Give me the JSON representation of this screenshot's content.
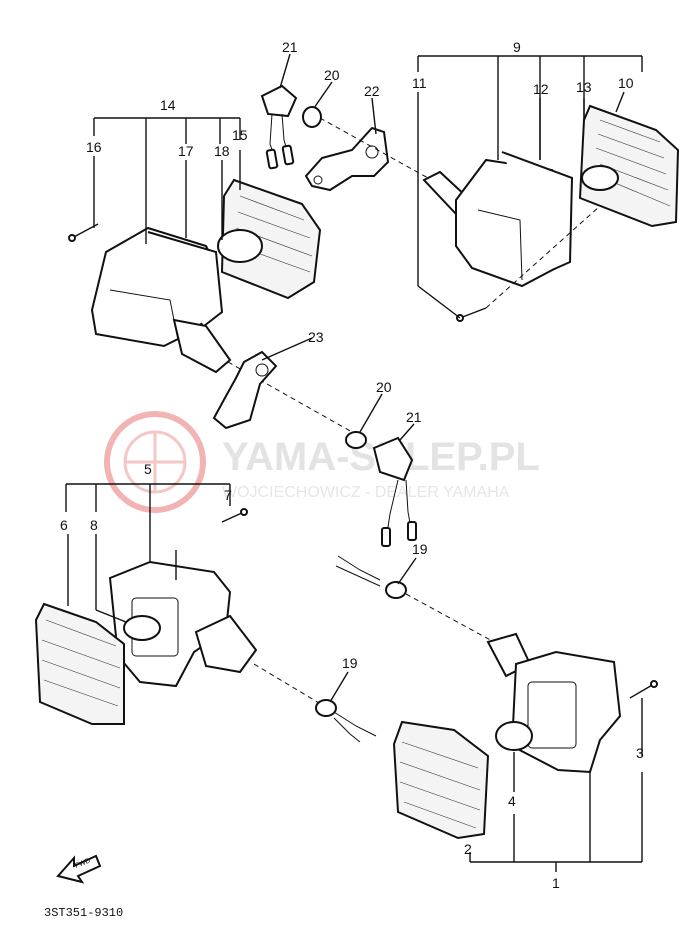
{
  "watermark": {
    "text": "YAMA-SKLEP.PL",
    "subtext": "WOJCIECHOWICZ - DEALER YAMAHA",
    "logo_color": "#f2b3b3"
  },
  "part_code": "3ST351-9310",
  "front_arrow_label": "FWD",
  "callouts": {
    "c1": "1",
    "c2": "2",
    "c3": "3",
    "c4": "4",
    "c5": "5",
    "c6": "6",
    "c7": "7",
    "c8": "8",
    "c9": "9",
    "c10": "10",
    "c11": "11",
    "c12": "12",
    "c13": "13",
    "c14": "14",
    "c15": "15",
    "c16": "16",
    "c17": "17",
    "c18": "18",
    "c19a": "19",
    "c19b": "19",
    "c20a": "20",
    "c20b": "20",
    "c21a": "21",
    "c21b": "21",
    "c22": "22",
    "c23": "23"
  }
}
